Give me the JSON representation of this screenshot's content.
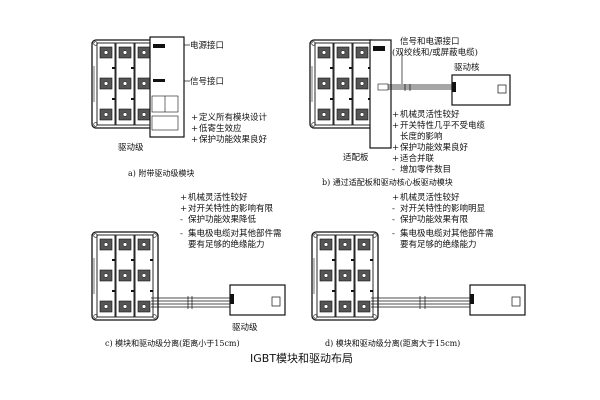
{
  "title": "IGBT模块和驱动布局",
  "panels": [
    {
      "id": "a",
      "caption": "a) 附带驱动级模块",
      "driver_label": "驱动级",
      "port_labels": [
        "电源接口",
        "信号接口"
      ],
      "bullets": [
        "定义所有模块设计",
        "低寄生效应",
        "保护功能效果良好"
      ]
    },
    {
      "id": "b",
      "caption": "b) 通过适配板和驱动核心板驱动模块",
      "adapter_label": "适配板",
      "core_label": "驱动核",
      "cable_label_1": "信号和电源接口",
      "cable_label_2": "(双绞线和/或屏蔽电缆)",
      "bullets": [
        "机械灵活性较好",
        "开关特性几乎不受电缆",
        "长度的影响",
        "保护功能效果良好",
        "适合并联",
        "增加零件数目"
      ]
    },
    {
      "id": "c",
      "caption": "c) 模块和驱动级分离(距离小于15cm)",
      "driver_label": "驱动级",
      "bullets": [
        "机械灵活性较好",
        "对开关特性的影响有限",
        "保护功能效果降低",
        "集电极电缆对其他部件需",
        "要有足够的绝缘能力"
      ]
    },
    {
      "id": "d",
      "caption": "d) 模块和驱动级分离(距离大于15cm)",
      "bullets": [
        "机械灵活性较好",
        "对开关特性的影响明显",
        "保护功能效果有限",
        "集电极电缆对其他部件需",
        "要有足够的绝缘能力"
      ]
    }
  ],
  "colors": {
    "ink": "#111111",
    "pad_fill": "#666666",
    "module_fill": "#ffffff"
  },
  "icons": [
    "bullet-plus"
  ]
}
